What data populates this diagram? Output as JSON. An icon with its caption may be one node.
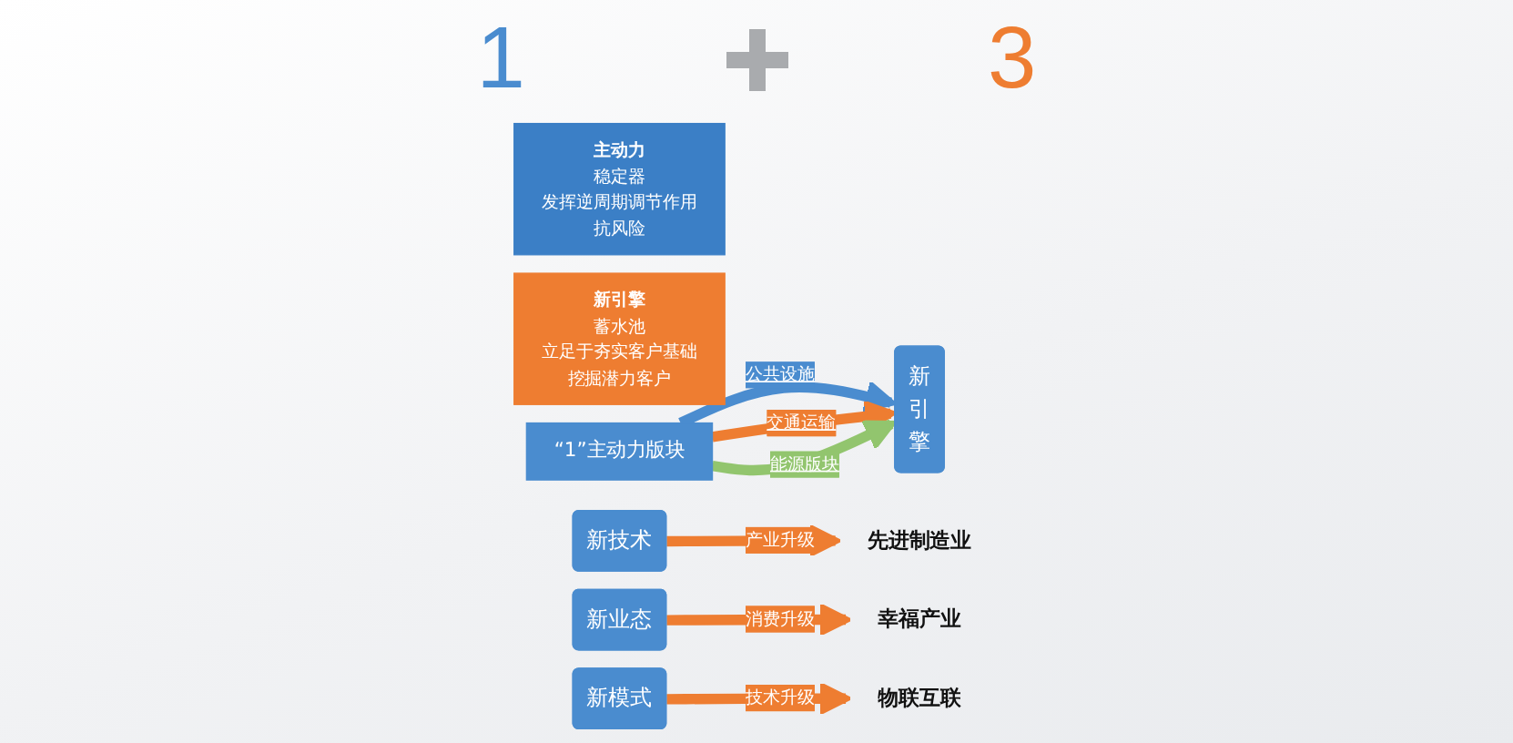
{
  "diagram": {
    "nodes": [
      {
        "text": [
          "主动力",
          "稳定器",
          "发挥逆周期调节作用",
          "抗风险"
        ]
      },
      {
        "text": [
          "新引擎",
          "蓄水池",
          "立足于夯实客户基础",
          "挖掘潜力客户"
        ]
      },
      {
        "text": [
          "“1”主动力版块"
        ]
      },
      {
        "text": [
          "新引擎"
        ]
      },
      {
        "text": [
          "新技术"
        ]
      },
      {
        "text": [
          "先进制造业"
        ]
      },
      {
        "text": [
          "新业态"
        ]
      },
      {
        "text": [
          "幸福产业"
        ]
      },
      {
        "text": [
          "新模式"
        ]
      },
      {
        "text": [
          "物联互联"
        ]
      }
    ],
    "edges": [
      {
        "from": 2,
        "to": 3,
        "arrow": "to",
        "label": "公共设施",
        "color": "#4a8ccf"
      },
      {
        "from": 2,
        "to": 3,
        "arrow": "to",
        "label": "交通运输"
      },
      {
        "from": 2,
        "to": 3,
        "arrow": "to",
        "label": "能源版块",
        "color": "#92c56e"
      },
      {
        "from": 4,
        "to": 5,
        "arrow": "to",
        "label": "产业升级"
      },
      {
        "from": 6,
        "to": 7,
        "arrow": "to",
        "label": "消费升级"
      },
      {
        "from": 8,
        "to": 9,
        "arrow": "to",
        "label": "技术升级"
      }
    ],
    "labels": [
      "1",
      "3"
    ]
  }
}
